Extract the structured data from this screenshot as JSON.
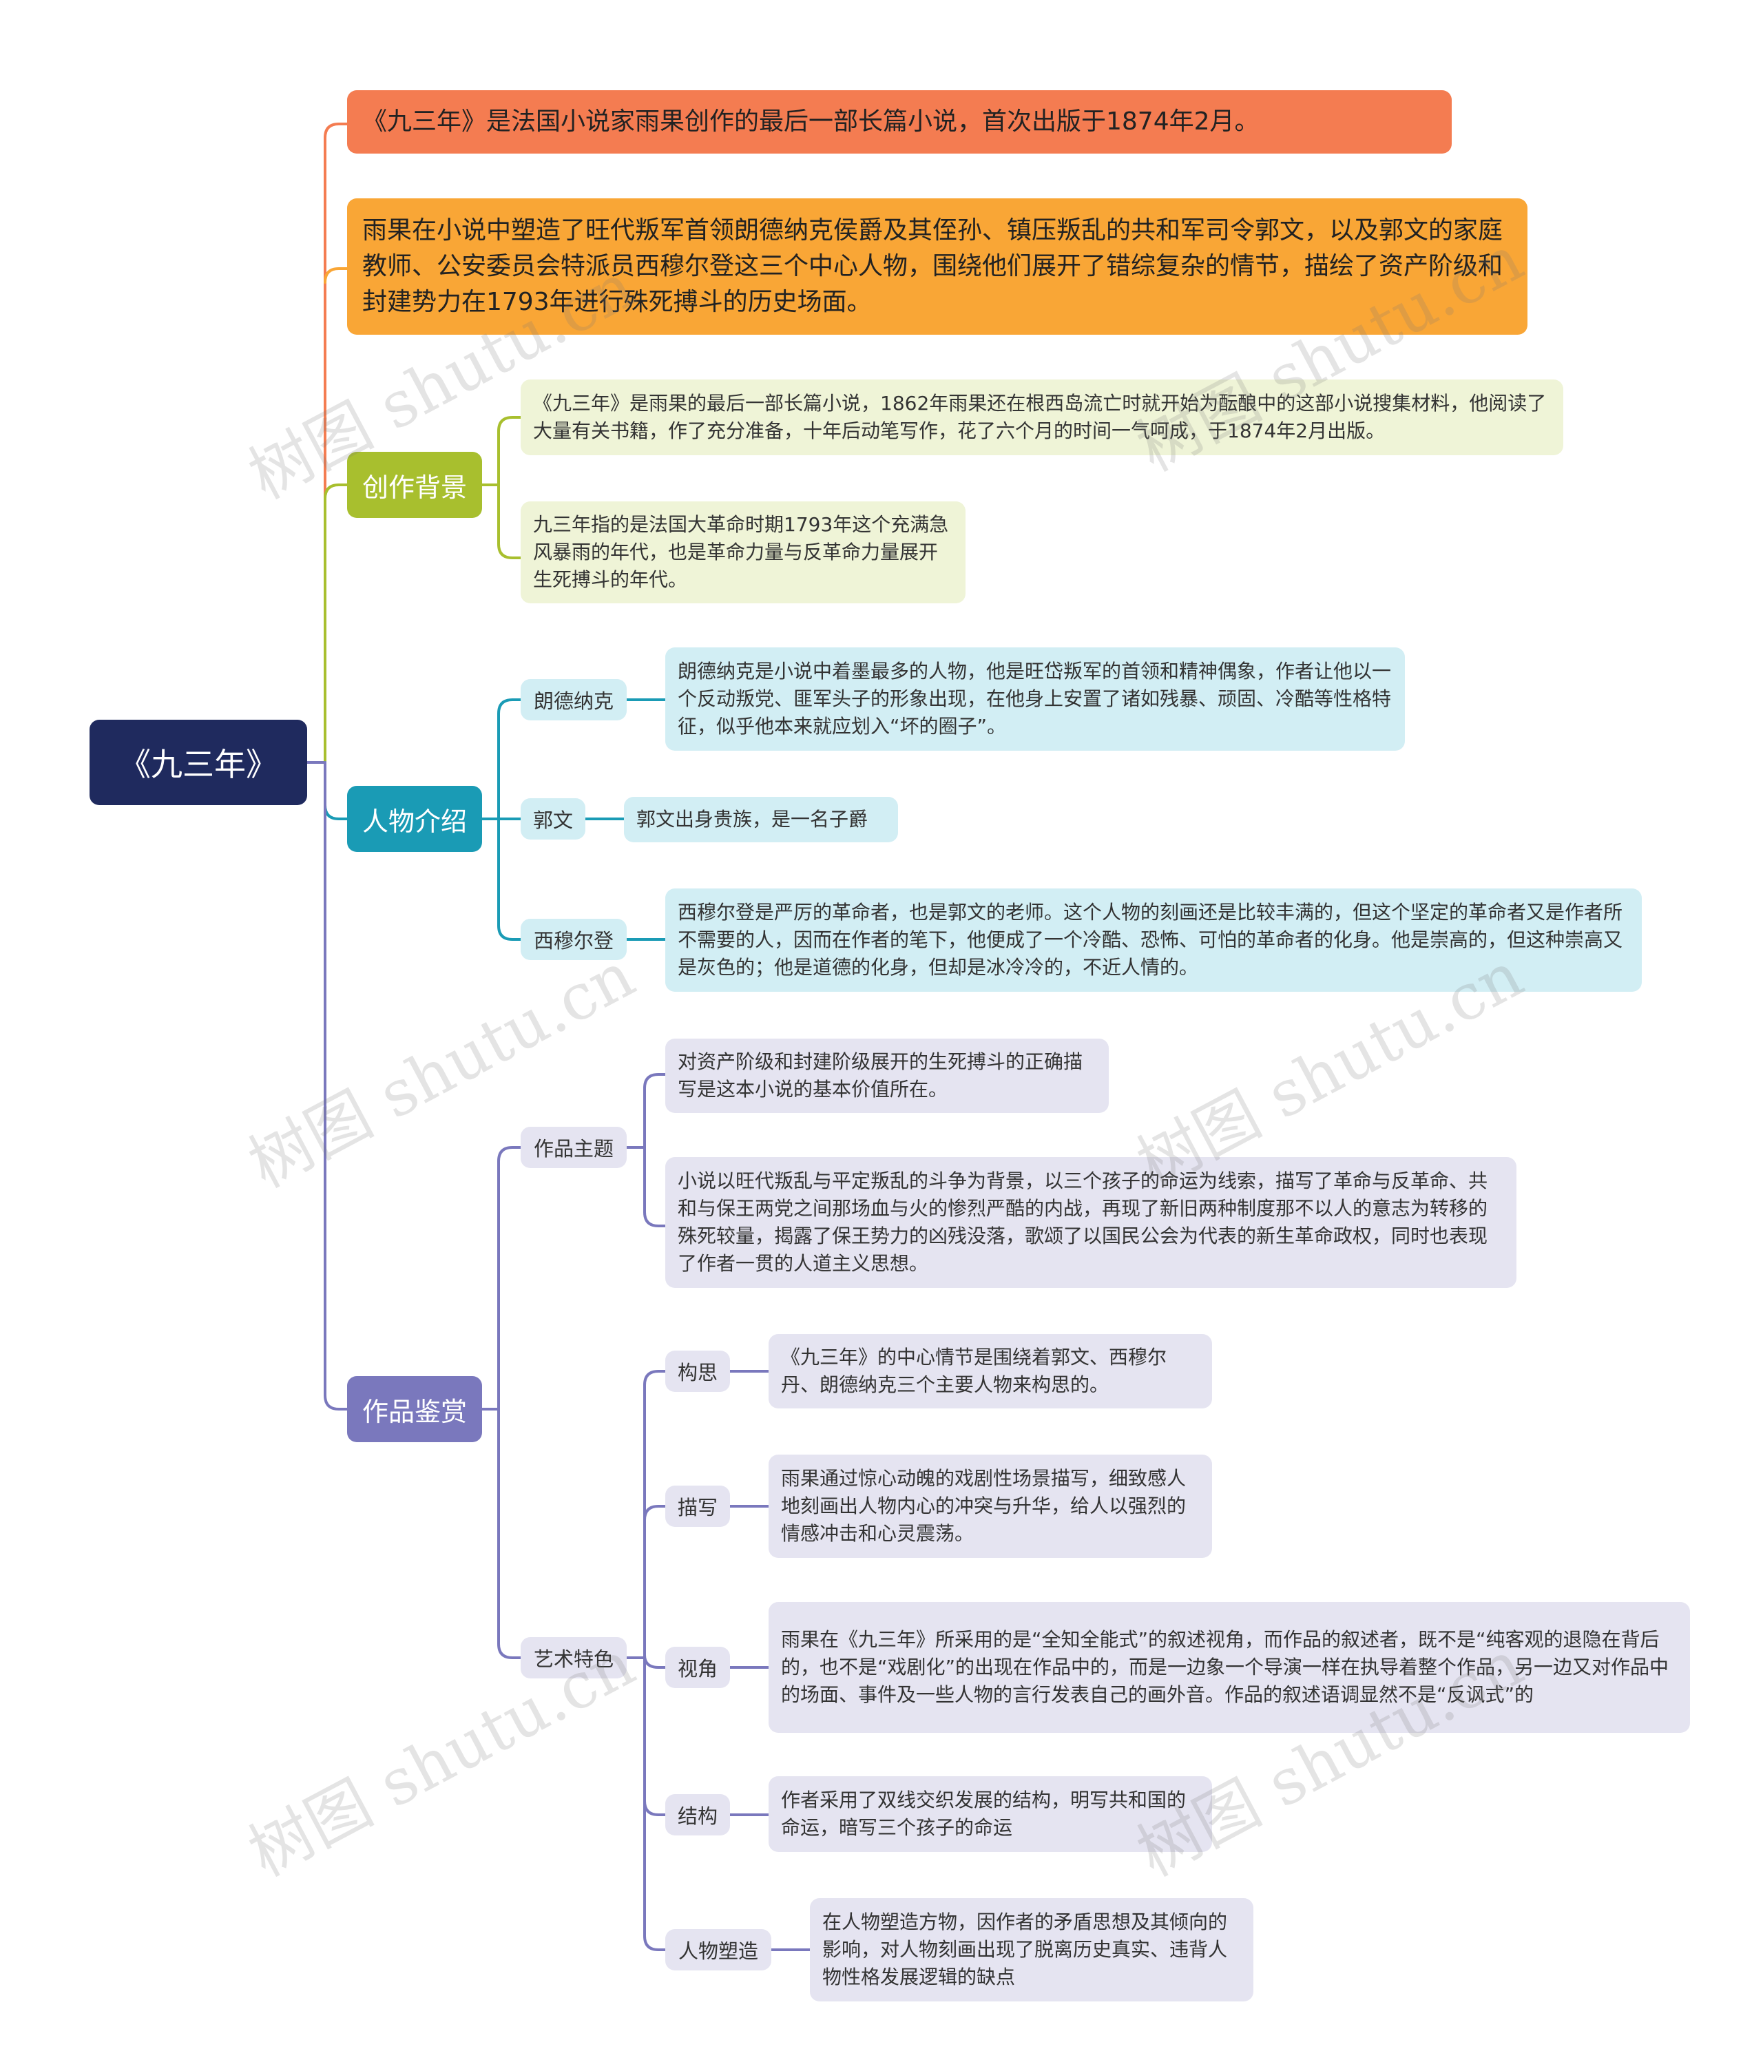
{
  "root": "《九三年》",
  "intro1": "《九三年》是法国小说家雨果创作的最后一部长篇小说，首次出版于1874年2月。",
  "intro2": "雨果在小说中塑造了旺代叛军首领朗德纳克侯爵及其侄孙、镇压叛乱的共和军司令郭文，以及郭文的家庭教师、公安委员会特派员西穆尔登这三个中心人物，围绕他们展开了错综复杂的情节，描绘了资产阶级和封建势力在1793年进行殊死搏斗的历史场面。",
  "background": {
    "label": "创作背景",
    "items": [
      "《九三年》是雨果的最后一部长篇小说，1862年雨果还在根西岛流亡时就开始为酝酿中的这部小说搜集材料，他阅读了大量有关书籍，作了充分准备，十年后动笔写作，花了六个月的时间一气呵成，于1874年2月出版。",
      "九三年指的是法国大革命时期1793年这个充满急风暴雨的年代，也是革命力量与反革命力量展开生死搏斗的年代。"
    ]
  },
  "characters": {
    "label": "人物介绍",
    "items": [
      {
        "name": "朗德纳克",
        "desc": "朗德纳克是小说中着墨最多的人物，他是旺岱叛军的首领和精神偶象，作者让他以一个反动叛党、匪军头子的形象出现，在他身上安置了诸如残暴、顽固、冷酷等性格特征，似乎他本来就应划入“坏的圈子”。"
      },
      {
        "name": "郭文",
        "desc": "郭文出身贵族，是一名子爵"
      },
      {
        "name": "西穆尔登",
        "desc": "西穆尔登是严厉的革命者，也是郭文的老师。这个人物的刻画还是比较丰满的，但这个坚定的革命者又是作者所不需要的人，因而在作者的笔下，他便成了一个冷酷、恐怖、可怕的革命者的化身。他是崇高的，但这种崇高又是灰色的；他是道德的化身，但却是冰冷冷的，不近人情的。"
      }
    ]
  },
  "appreciation": {
    "label": "作品鉴赏",
    "theme": {
      "label": "作品主题",
      "items": [
        "对资产阶级和封建阶级展开的生死搏斗的正确描写是这本小说的基本价值所在。",
        "小说以旺代叛乱与平定叛乱的斗争为背景，以三个孩子的命运为线索，描写了革命与反革命、共和与保王两党之间那场血与火的惨烈严酷的内战，再现了新旧两种制度那不以人的意志为转移的殊死较量，揭露了保王势力的凶残没落，歌颂了以国民公会为代表的新生革命政权，同时也表现了作者一贯的人道主义思想。"
      ]
    },
    "art": {
      "label": "艺术特色",
      "items": [
        {
          "name": "构思",
          "desc": "《九三年》的中心情节是围绕着郭文、西穆尔丹、朗德纳克三个主要人物来构思的。"
        },
        {
          "name": "描写",
          "desc": "雨果通过惊心动魄的戏剧性场景描写，细致感人地刻画出人物内心的冲突与升华，给人以强烈的情感冲击和心灵震荡。"
        },
        {
          "name": "视角",
          "desc": "雨果在《九三年》所采用的是“全知全能式”的叙述视角，而作品的叙述者，既不是“纯客观的退隐在背后的，也不是“戏剧化”的出现在作品中的，而是一边象一个导演一样在执导着整个作品，另一边又对作品中的场面、事件及一些人物的言行发表自己的画外音。作品的叙述语调显然不是“反讽式”的"
        },
        {
          "name": "结构",
          "desc": "作者采用了双线交织发展的结构，明写共和国的命运，暗写三个孩子的命运"
        },
        {
          "name": "人物塑造",
          "desc": "在人物塑造方物，因作者的矛盾思想及其倾向的影响，对人物刻画出现了脱离历史真实、违背人物性格发展逻辑的缺点"
        }
      ]
    }
  },
  "colors": {
    "root": "#1f2a5e",
    "intro1": "#f47c51",
    "intro2": "#f9a636",
    "background": "#a8bf2e",
    "background_leaf": "#eff4d7",
    "characters": "#1a9bb5",
    "characters_leaf": "#d2eef4",
    "appreciation": "#7a78bd",
    "appreciation_leaf": "#e5e4f1"
  },
  "watermark": "树图 shutu.cn"
}
